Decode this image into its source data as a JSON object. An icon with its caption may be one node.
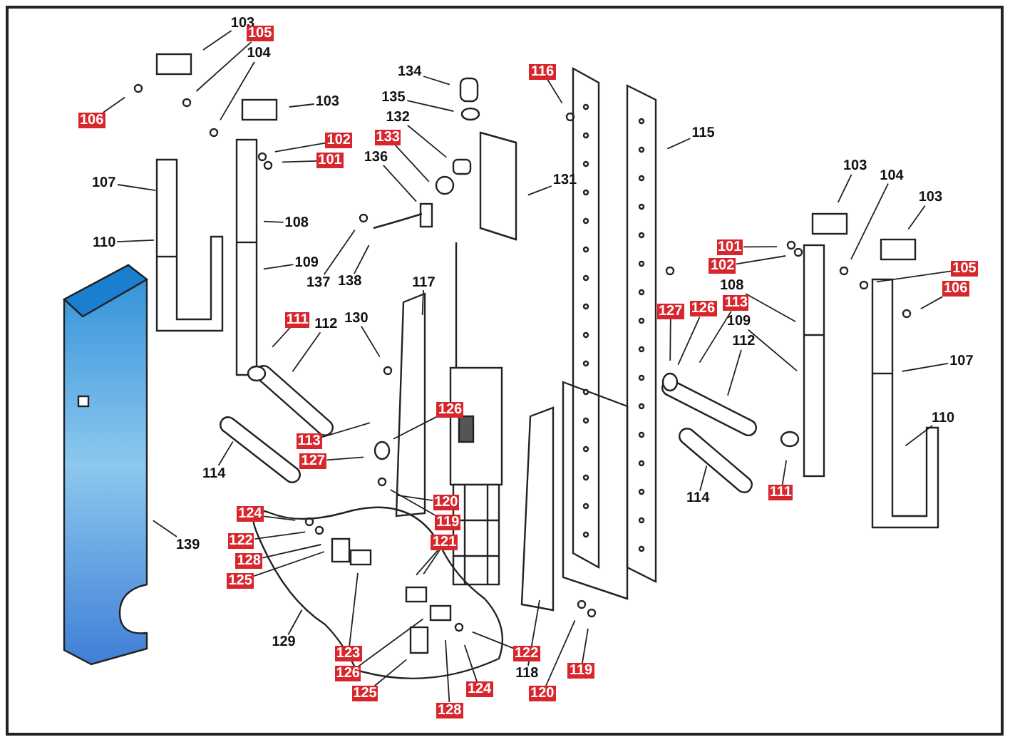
{
  "diagram": {
    "nodes": [
      {
        "text": [
          "103"
        ]
      },
      {
        "text": [
          "105"
        ]
      },
      {
        "text": [
          "106"
        ]
      },
      {
        "text": [
          "104"
        ]
      },
      {
        "text": [
          "103"
        ]
      },
      {
        "text": [
          "102"
        ]
      },
      {
        "text": [
          "101"
        ]
      },
      {
        "text": [
          "107"
        ]
      },
      {
        "text": [
          "108"
        ]
      },
      {
        "text": [
          "110"
        ]
      },
      {
        "text": [
          "109"
        ]
      },
      {
        "text": [
          "111"
        ]
      },
      {
        "text": [
          "112"
        ]
      },
      {
        "text": [
          "114"
        ]
      },
      {
        "text": [
          "130"
        ]
      },
      {
        "text": [
          "113"
        ]
      },
      {
        "text": [
          "126"
        ]
      },
      {
        "text": [
          "127"
        ]
      },
      {
        "text": [
          "119"
        ]
      },
      {
        "text": [
          "120"
        ]
      },
      {
        "text": [
          "117"
        ]
      },
      {
        "text": [
          "134"
        ]
      },
      {
        "text": [
          "135"
        ]
      },
      {
        "text": [
          "132"
        ]
      },
      {
        "text": [
          "133"
        ]
      },
      {
        "text": [
          "136"
        ]
      },
      {
        "text": [
          "131"
        ]
      },
      {
        "text": [
          "137"
        ]
      },
      {
        "text": [
          "138"
        ]
      },
      {
        "text": [
          "116"
        ]
      },
      {
        "text": [
          "115"
        ]
      },
      {
        "text": [
          "127"
        ]
      },
      {
        "text": [
          "126"
        ]
      },
      {
        "text": [
          "113"
        ]
      },
      {
        "text": [
          "112"
        ]
      },
      {
        "text": [
          "114"
        ]
      },
      {
        "text": [
          "118"
        ]
      },
      {
        "text": [
          "120"
        ]
      },
      {
        "text": [
          "119"
        ]
      },
      {
        "text": [
          "103"
        ]
      },
      {
        "text": [
          "104"
        ]
      },
      {
        "text": [
          "101"
        ]
      },
      {
        "text": [
          "102"
        ]
      },
      {
        "text": [
          "105"
        ]
      },
      {
        "text": [
          "103"
        ]
      },
      {
        "text": [
          "106"
        ]
      },
      {
        "text": [
          "108"
        ]
      },
      {
        "text": [
          "109"
        ]
      },
      {
        "text": [
          "107"
        ]
      },
      {
        "text": [
          "111"
        ]
      },
      {
        "text": [
          "110"
        ]
      },
      {
        "text": [
          "124"
        ]
      },
      {
        "text": [
          "122"
        ]
      },
      {
        "text": [
          "128"
        ]
      },
      {
        "text": [
          "125"
        ]
      },
      {
        "text": [
          "123"
        ]
      },
      {
        "text": [
          "121"
        ]
      },
      {
        "text": [
          "126"
        ]
      },
      {
        "text": [
          "122"
        ]
      },
      {
        "text": [
          "128"
        ]
      },
      {
        "text": [
          "124"
        ]
      },
      {
        "text": [
          "125"
        ]
      },
      {
        "text": [
          "129"
        ]
      },
      {
        "text": [
          "139"
        ]
      },
      {
        "text": [],
        "shape": "picture"
      }
    ],
    "edges": [
      {
        "from": 0,
        "to": null,
        "arrow": "none"
      },
      {
        "from": 1,
        "to": null,
        "arrow": "none"
      },
      {
        "from": 2,
        "to": null,
        "arrow": "none"
      },
      {
        "from": 3,
        "to": null,
        "arrow": "none"
      },
      {
        "from": 4,
        "to": null,
        "arrow": "none"
      },
      {
        "from": 5,
        "to": null,
        "arrow": "none"
      },
      {
        "from": 6,
        "to": null,
        "arrow": "none"
      },
      {
        "from": 7,
        "to": null,
        "arrow": "none"
      },
      {
        "from": 8,
        "to": null,
        "arrow": "none"
      },
      {
        "from": 9,
        "to": null,
        "arrow": "none"
      },
      {
        "from": 10,
        "to": null,
        "arrow": "none"
      },
      {
        "from": 11,
        "to": null,
        "arrow": "none"
      },
      {
        "from": 12,
        "to": null,
        "arrow": "none"
      },
      {
        "from": 13,
        "to": null,
        "arrow": "none"
      },
      {
        "from": 14,
        "to": null,
        "arrow": "none"
      },
      {
        "from": 15,
        "to": null,
        "arrow": "none"
      },
      {
        "from": 16,
        "to": null,
        "arrow": "none"
      },
      {
        "from": 17,
        "to": null,
        "arrow": "none"
      },
      {
        "from": 18,
        "to": null,
        "arrow": "none"
      },
      {
        "from": 19,
        "to": null,
        "arrow": "none"
      },
      {
        "from": 20,
        "to": null,
        "arrow": "none"
      },
      {
        "from": 21,
        "to": null,
        "arrow": "none"
      },
      {
        "from": 22,
        "to": null,
        "arrow": "none"
      },
      {
        "from": 23,
        "to": null,
        "arrow": "none"
      },
      {
        "from": 24,
        "to": null,
        "arrow": "none"
      },
      {
        "from": 25,
        "to": null,
        "arrow": "none"
      },
      {
        "from": 26,
        "to": null,
        "arrow": "none"
      },
      {
        "from": 27,
        "to": null,
        "arrow": "none"
      },
      {
        "from": 28,
        "to": null,
        "arrow": "none"
      },
      {
        "from": 29,
        "to": null,
        "arrow": "none"
      },
      {
        "from": 30,
        "to": null,
        "arrow": "none"
      },
      {
        "from": 31,
        "to": null,
        "arrow": "none"
      },
      {
        "from": 32,
        "to": null,
        "arrow": "none"
      },
      {
        "from": 33,
        "to": null,
        "arrow": "none"
      },
      {
        "from": 34,
        "to": null,
        "arrow": "none"
      },
      {
        "from": 35,
        "to": null,
        "arrow": "none"
      },
      {
        "from": 36,
        "to": null,
        "arrow": "none"
      },
      {
        "from": 37,
        "to": null,
        "arrow": "none"
      },
      {
        "from": 38,
        "to": null,
        "arrow": "none"
      },
      {
        "from": 39,
        "to": null,
        "arrow": "none"
      },
      {
        "from": 40,
        "to": null,
        "arrow": "none"
      },
      {
        "from": 41,
        "to": null,
        "arrow": "none"
      },
      {
        "from": 42,
        "to": null,
        "arrow": "none"
      },
      {
        "from": 43,
        "to": null,
        "arrow": "none"
      },
      {
        "from": 44,
        "to": null,
        "arrow": "none"
      },
      {
        "from": 45,
        "to": null,
        "arrow": "none"
      },
      {
        "from": 46,
        "to": null,
        "arrow": "none"
      },
      {
        "from": 47,
        "to": null,
        "arrow": "none"
      },
      {
        "from": 48,
        "to": null,
        "arrow": "none"
      },
      {
        "from": 49,
        "to": null,
        "arrow": "none"
      },
      {
        "from": 50,
        "to": null,
        "arrow": "none"
      },
      {
        "from": 51,
        "to": null,
        "arrow": "none"
      },
      {
        "from": 52,
        "to": null,
        "arrow": "none"
      },
      {
        "from": 53,
        "to": null,
        "arrow": "none"
      },
      {
        "from": 54,
        "to": null,
        "arrow": "none"
      },
      {
        "from": 55,
        "to": null,
        "arrow": "none"
      },
      {
        "from": 56,
        "to": null,
        "arrow": "none"
      },
      {
        "from": 56,
        "to": null,
        "arrow": "none"
      },
      {
        "from": 57,
        "to": null,
        "arrow": "none"
      },
      {
        "from": 58,
        "to": null,
        "arrow": "none"
      },
      {
        "from": 59,
        "to": null,
        "arrow": "none"
      },
      {
        "from": 60,
        "to": null,
        "arrow": "none"
      },
      {
        "from": 61,
        "to": null,
        "arrow": "none"
      },
      {
        "from": 62,
        "to": null,
        "arrow": "none"
      },
      {
        "from": 63,
        "to": 64,
        "arrow": "none"
      }
    ]
  }
}
